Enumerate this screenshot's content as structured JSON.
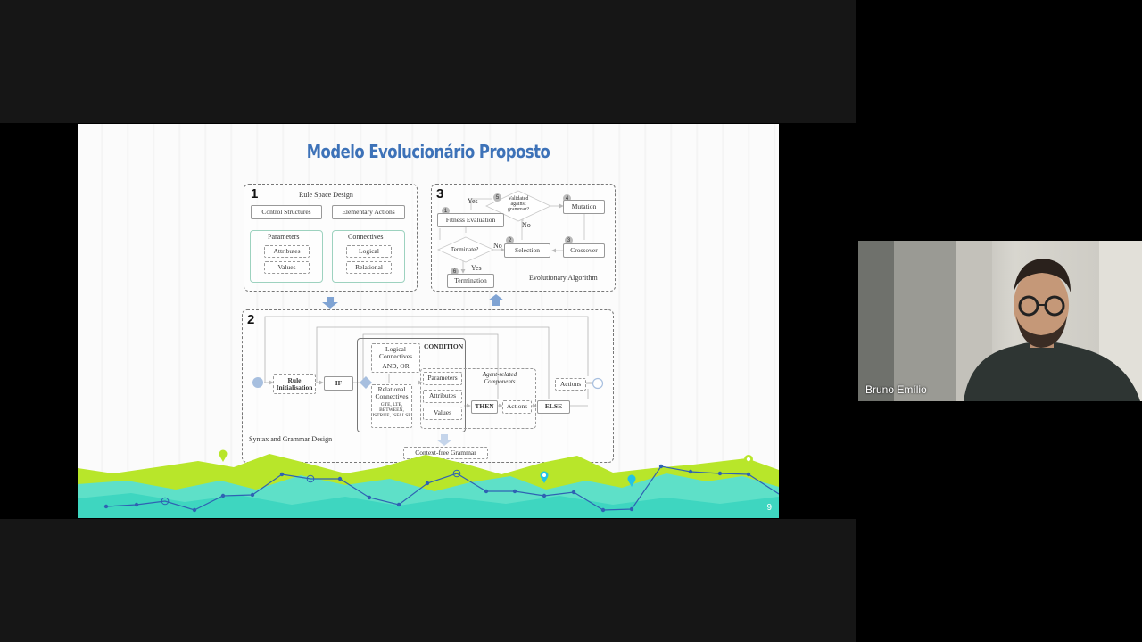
{
  "slide": {
    "title": "Modelo Evolucionário Proposto",
    "page_number": "9",
    "diagram": {
      "panel1": {
        "number": "1",
        "title": "Rule Space Design",
        "control_structures": "Control Structures",
        "elementary_actions": "Elementary Actions",
        "parameters": "Parameters",
        "attributes": "Attributes",
        "values": "Values",
        "connectives": "Connectives",
        "logical": "Logical",
        "relational": "Relational"
      },
      "panel3": {
        "number": "3",
        "yes_top": "Yes",
        "validated": "Validated against grammar?",
        "step5": "5",
        "step4": "4",
        "mutation": "Mutation",
        "step1": "1",
        "fitness_evaluation": "Fitness Evaluation",
        "no_right": "No",
        "step2": "2",
        "selection": "Selection",
        "step3": "3",
        "crossover": "Crossover",
        "terminate": "Terminate?",
        "no_left": "No",
        "yes_bottom": "Yes",
        "step6": "6",
        "termination": "Termination",
        "caption": "Evolutionary Algorithm"
      },
      "panel2": {
        "number": "2",
        "rule_initialisation": "Rule Initialisation",
        "if": "IF",
        "logical_connectives": "Logical Connectives",
        "and_or": "AND, OR",
        "condition": "CONDITION",
        "relational_connectives": "Relational Connectives",
        "relational_ops": "GTE, LTE, BETWEEN, ISTRUE, ISFALSE",
        "parameters": "Parameters",
        "attributes": "Attributes",
        "values": "Values",
        "agent_components": "Agent-related Components",
        "then": "THEN",
        "actions": "Actions",
        "else": "ELSE",
        "actions_right": "Actions",
        "caption": "Syntax and Grammar Design",
        "cfg": "Context-free Grammar"
      }
    }
  },
  "participant": {
    "name": "Bruno Emílio"
  },
  "colors": {
    "title": "#3d72b8",
    "lime": "#b8e62a",
    "teal": "#3ed6c0",
    "line_blue": "#2f62b3",
    "pin_cyan": "#22c3e6"
  }
}
